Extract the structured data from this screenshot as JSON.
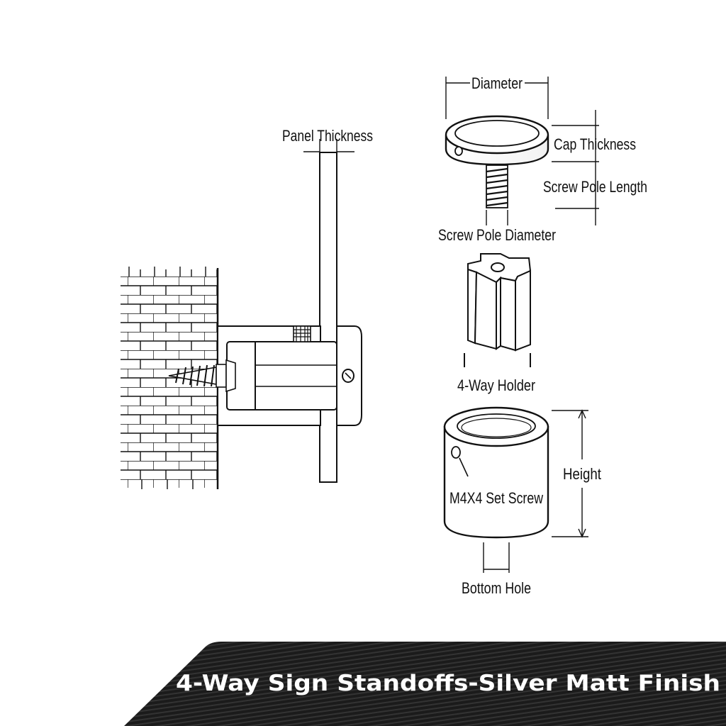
{
  "diagram": {
    "labels": {
      "panel_thickness": "Panel Thickness",
      "diameter": "Diameter",
      "cap_thickness": "Cap Thickness",
      "screw_pole_length": "Screw Pole Length",
      "screw_pole_diameter": "Screw Pole Diameter",
      "holder": "4-Way Holder",
      "height": "Height",
      "set_screw": "M4X4 Set Screw",
      "bottom_hole": "Bottom Hole"
    }
  },
  "banner": {
    "title": "4-Way Sign Standoffs-Silver Matt Finish"
  },
  "colors": {
    "line": "#111111",
    "banner_dark": "#1b1b1b",
    "banner_stripe": "#3a3a3a",
    "text_light": "#ffffff"
  }
}
